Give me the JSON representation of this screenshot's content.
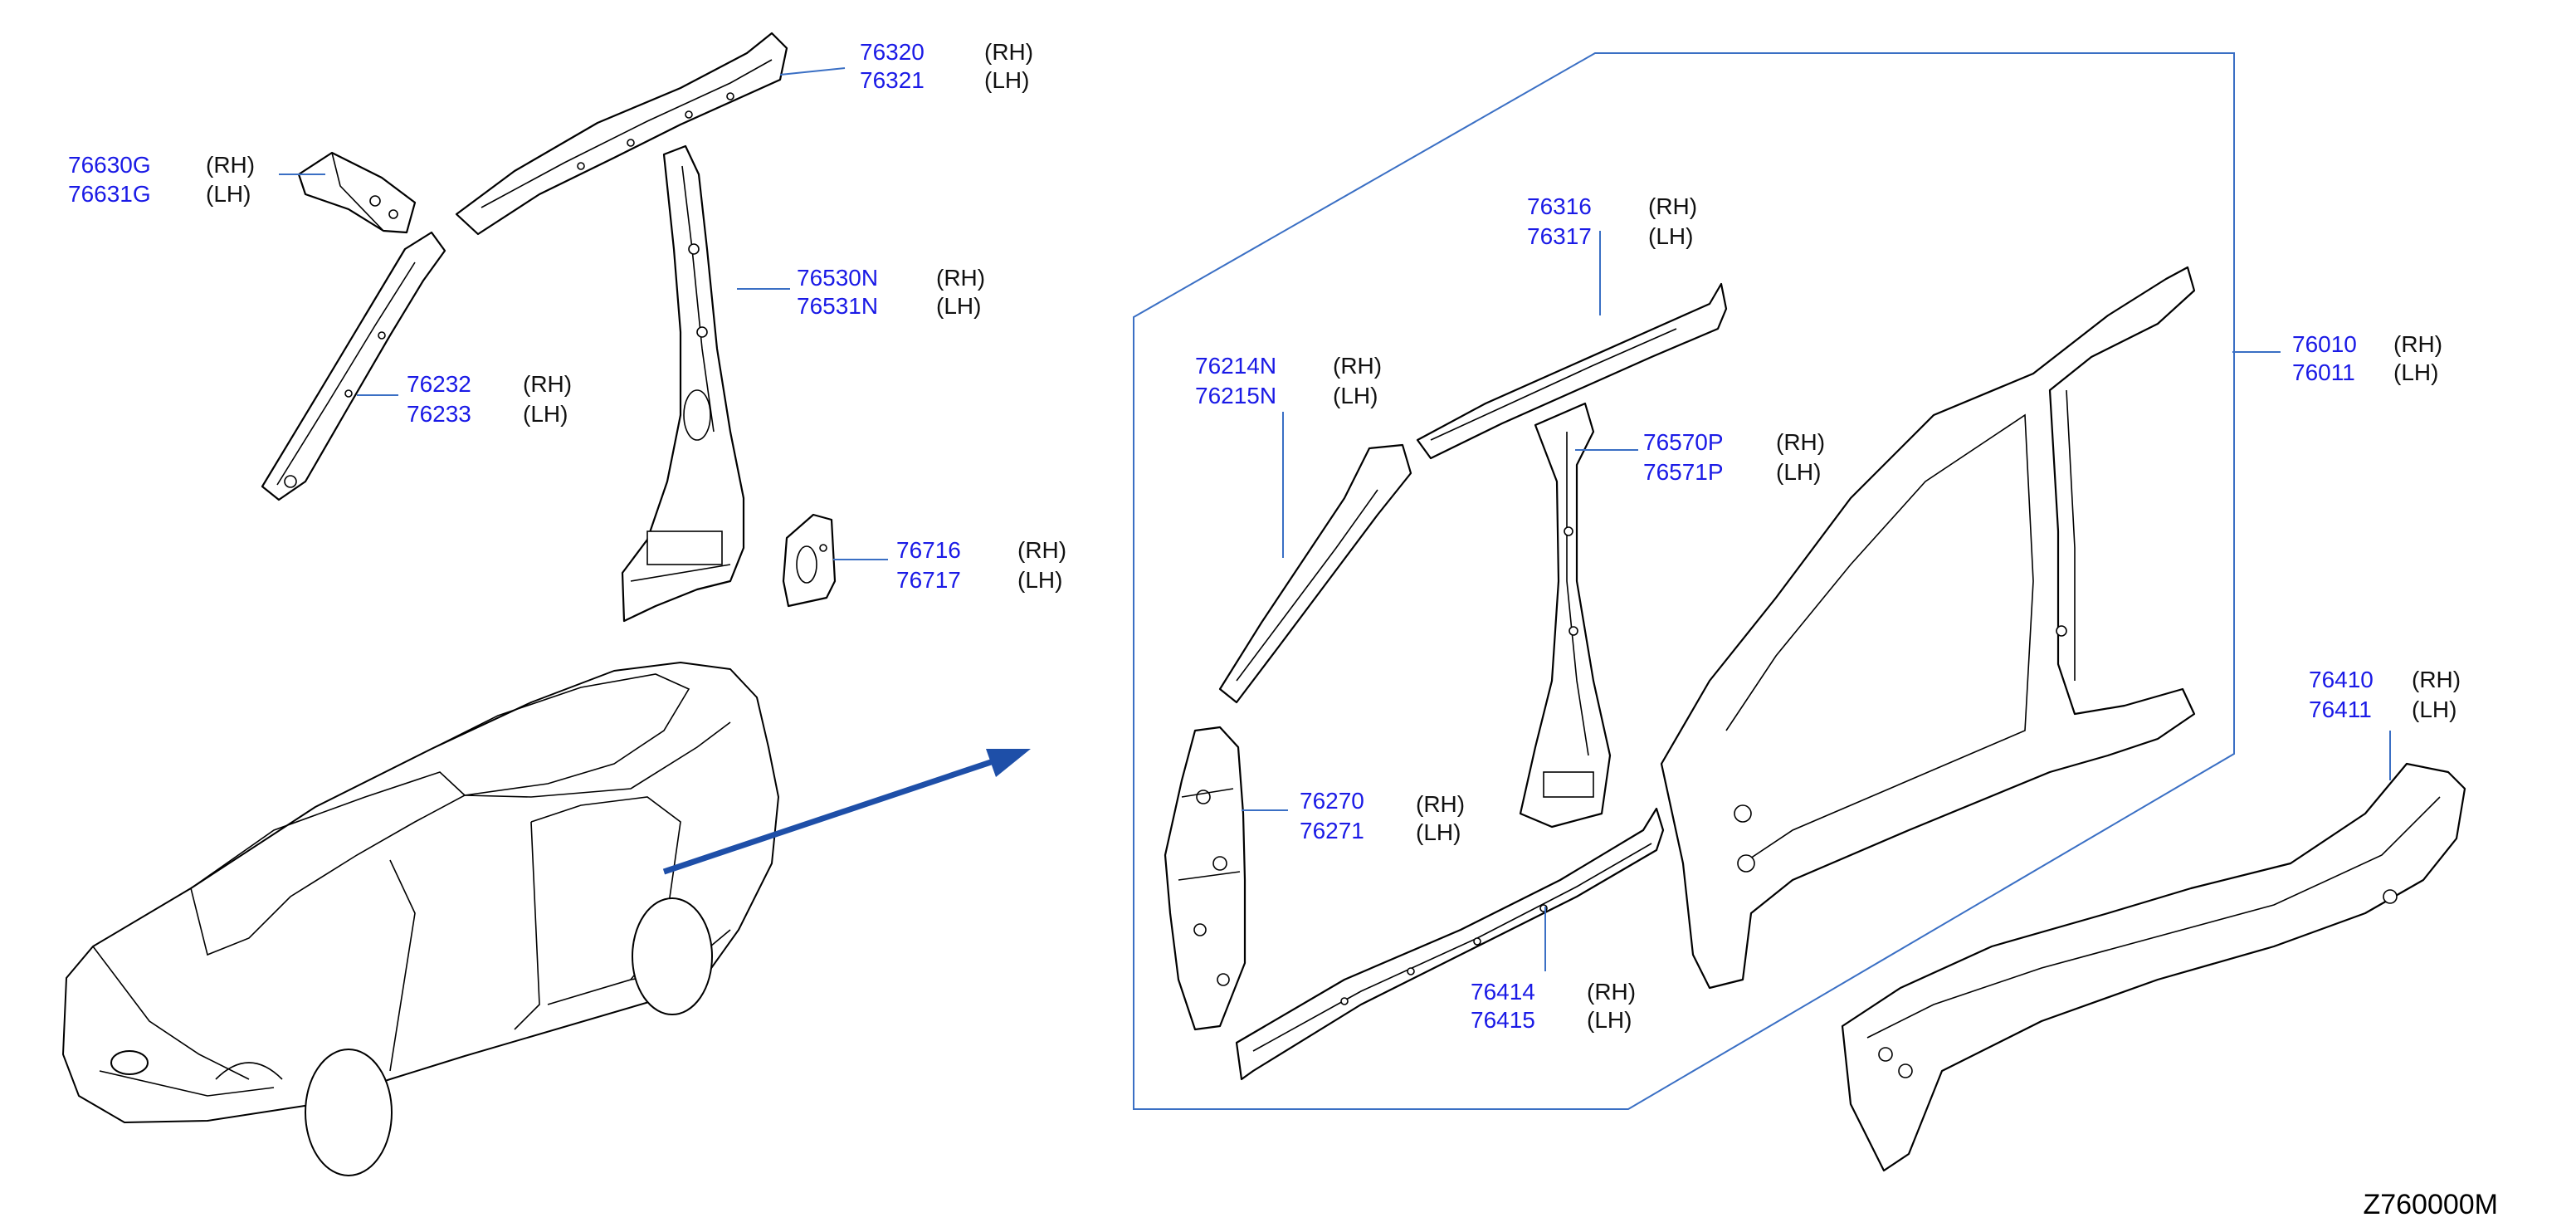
{
  "diagram_code": "Z760000M",
  "colors": {
    "part_number": "#1a1ae6",
    "leader_line": "#3a6fc4",
    "arrow": "#1e4fa8",
    "line_art": "#000000"
  },
  "callouts": [
    {
      "id": "roof-rail-front",
      "rh": "76320",
      "lh": "76321",
      "rh_tag": "(RH)",
      "lh_tag": "(LH)"
    },
    {
      "id": "bracket-top",
      "rh": "76630G",
      "lh": "76631G",
      "rh_tag": "(RH)",
      "lh_tag": "(LH)"
    },
    {
      "id": "center-pillar-outer",
      "rh": "76530N",
      "lh": "76531N",
      "rh_tag": "(RH)",
      "lh_tag": "(LH)"
    },
    {
      "id": "front-pillar-upper",
      "rh": "76232",
      "lh": "76233",
      "rh_tag": "(RH)",
      "lh_tag": "(LH)"
    },
    {
      "id": "pillar-gusset",
      "rh": "76716",
      "lh": "76717",
      "rh_tag": "(RH)",
      "lh_tag": "(LH)"
    },
    {
      "id": "roof-rail-inner",
      "rh": "76316",
      "lh": "76317",
      "rh_tag": "(RH)",
      "lh_tag": "(LH)"
    },
    {
      "id": "body-side-outer",
      "rh": "76010",
      "lh": "76011",
      "rh_tag": "(RH)",
      "lh_tag": "(LH)"
    },
    {
      "id": "front-pillar-inner",
      "rh": "76214N",
      "lh": "76215N",
      "rh_tag": "(RH)",
      "lh_tag": "(LH)"
    },
    {
      "id": "center-pillar-inner",
      "rh": "76570P",
      "lh": "76571P",
      "rh_tag": "(RH)",
      "lh_tag": "(LH)"
    },
    {
      "id": "sill-outer",
      "rh": "76410",
      "lh": "76411",
      "rh_tag": "(RH)",
      "lh_tag": "(LH)"
    },
    {
      "id": "front-pillar-lower",
      "rh": "76270",
      "lh": "76271",
      "rh_tag": "(RH)",
      "lh_tag": "(LH)"
    },
    {
      "id": "sill-inner",
      "rh": "76414",
      "lh": "76415",
      "rh_tag": "(RH)",
      "lh_tag": "(LH)"
    }
  ]
}
